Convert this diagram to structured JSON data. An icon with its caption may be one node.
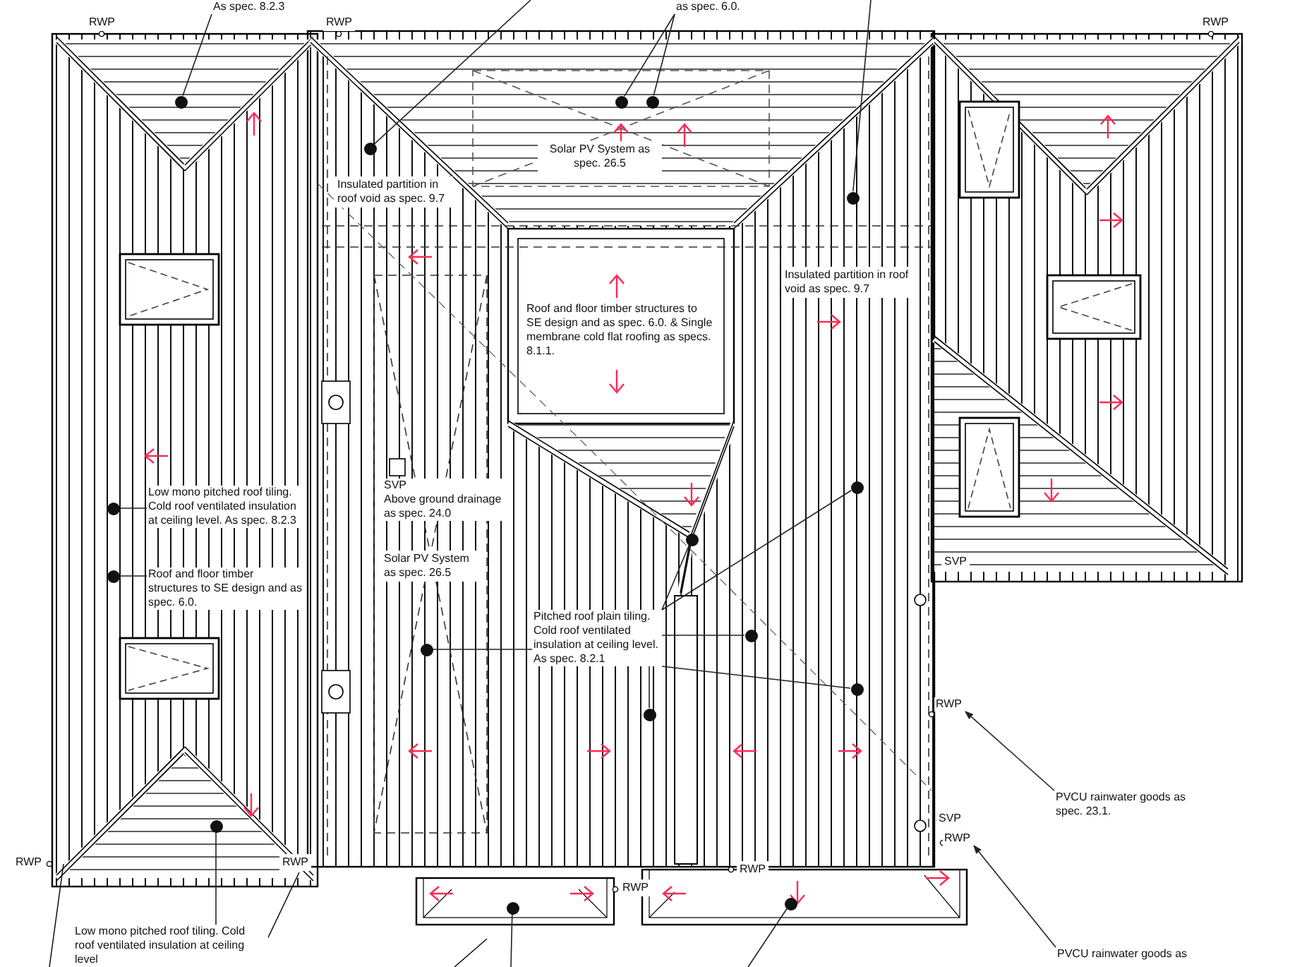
{
  "diagram": {
    "nodes": [
      {
        "text": [
          "As spec. 8.2.3"
        ]
      },
      {
        "text": [
          "as spec. 6.0."
        ]
      },
      {
        "text": [
          "Low mono pitched roof tiling. Cold roof ventilated insulation at ceiling level. As spec. 8.2.3"
        ]
      },
      {
        "text": [
          "Roof and floor timber structures to SE design and as spec. 6.0."
        ]
      },
      {
        "text": [
          "Pitched roof plain tiling. Cold roof ventilated insulation at ceiling level. As spec. 8.2.1"
        ]
      },
      {
        "text": [
          "PVCU rainwater goods as spec. 23.1."
        ]
      },
      {
        "text": [
          "Low mono pitched roof tiling. Cold roof ventilated insulation at ceiling level"
        ]
      },
      {
        "text": [
          "PVCU rainwater goods as"
        ]
      },
      {
        "text": [],
        "shape": "circle"
      },
      {
        "text": [],
        "shape": "circle"
      },
      {
        "text": [],
        "shape": "circle"
      },
      {
        "text": [],
        "shape": "circle"
      },
      {
        "text": [],
        "shape": "circle"
      },
      {
        "text": [],
        "shape": "circle"
      },
      {
        "text": [],
        "shape": "circle"
      },
      {
        "text": [],
        "shape": "circle"
      },
      {
        "text": [],
        "shape": "circle"
      },
      {
        "text": [],
        "shape": "circle"
      },
      {
        "text": [],
        "shape": "circle"
      },
      {
        "text": [],
        "shape": "circle"
      },
      {
        "text": [],
        "shape": "circle"
      },
      {
        "text": [],
        "shape": "circle"
      },
      {
        "text": [],
        "shape": "circle"
      },
      {
        "text": [],
        "shape": "circle"
      },
      {
        "text": [
          "RWP"
        ]
      },
      {
        "text": [
          "RWP"
        ]
      },
      {
        "text": [
          "SVP",
          "Above ground drainage as spec. 24.0"
        ]
      }
    ],
    "edges": [
      {
        "from": 0,
        "to": 8,
        "arrow": "none"
      },
      {
        "from": 1,
        "to": 9,
        "arrow": "none"
      },
      {
        "from": 1,
        "to": 10,
        "arrow": "none"
      },
      {
        "from": null,
        "to": 11,
        "arrow": "none"
      },
      {
        "from": null,
        "to": 12,
        "arrow": "none"
      },
      {
        "from": 2,
        "to": 13,
        "arrow": "none"
      },
      {
        "from": 3,
        "to": 14,
        "arrow": "none"
      },
      {
        "from": 4,
        "to": 15,
        "arrow": "none"
      },
      {
        "from": 4,
        "to": 16,
        "arrow": "none"
      },
      {
        "from": 4,
        "to": 17,
        "arrow": "none"
      },
      {
        "from": 4,
        "to": 18,
        "arrow": "none"
      },
      {
        "from": 4,
        "to": 19,
        "arrow": "none"
      },
      {
        "from": 4,
        "to": 20,
        "arrow": "none"
      },
      {
        "from": 5,
        "to": 24,
        "arrow": "to"
      },
      {
        "from": 6,
        "to": 21,
        "arrow": "none"
      },
      {
        "from": null,
        "to": 22,
        "arrow": "none"
      },
      {
        "from": null,
        "to": 23,
        "arrow": "none"
      },
      {
        "from": 7,
        "to": 25,
        "arrow": "to"
      }
    ],
    "labels": [
      "RWP",
      "RWP",
      "RWP",
      "Solar PV System as spec. 26.5",
      "Insulated partition in roof void as spec. 9.7",
      "Roof and floor timber structures to SE design and as spec. 6.0. & Single membrane cold flat roofing as specs. 8.1.1.",
      "Insulated partition in roof void as spec. 9.7",
      "Solar PV System as spec. 26.5",
      "SVP",
      "SVP",
      "RWP",
      "RWP",
      "RWP",
      "RWP"
    ]
  }
}
